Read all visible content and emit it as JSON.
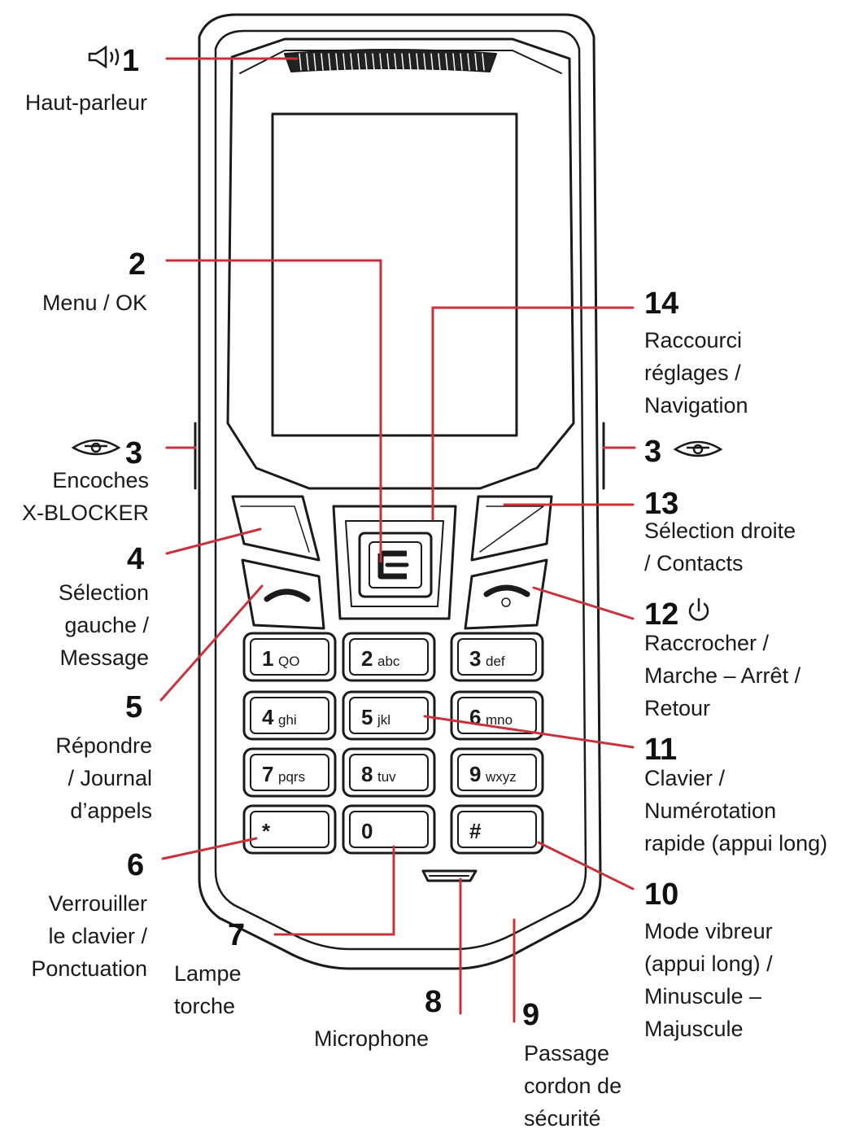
{
  "callouts": [
    {
      "id": "1",
      "number": "1",
      "label": "Haut-parleur"
    },
    {
      "id": "2",
      "number": "2",
      "label": "Menu / OK"
    },
    {
      "id": "3l",
      "number": "3",
      "label": "Encoches\nX-BLOCKER"
    },
    {
      "id": "3r",
      "number": "3",
      "label": ""
    },
    {
      "id": "4",
      "number": "4",
      "label": "Sélection\ngauche /\nMessage"
    },
    {
      "id": "5",
      "number": "5",
      "label": "Répondre\n/ Journal\nd’appels"
    },
    {
      "id": "6",
      "number": "6",
      "label": "Verrouiller\nle clavier /\nPonctuation"
    },
    {
      "id": "7",
      "number": "7",
      "label": "Lampe\ntorche"
    },
    {
      "id": "8",
      "number": "8",
      "label": "Microphone"
    },
    {
      "id": "9",
      "number": "9",
      "label": "Passage\ncordon de\nsécurité"
    },
    {
      "id": "10",
      "number": "10",
      "label": "Mode vibreur\n(appui long) /\nMinuscule –\nMajuscule"
    },
    {
      "id": "11",
      "number": "11",
      "label": "Clavier /\nNumérotation\nrapide (appui long)"
    },
    {
      "id": "12",
      "number": "12",
      "label": "Raccrocher /\nMarche – Arrêt /\nRetour"
    },
    {
      "id": "13",
      "number": "13",
      "label": "Sélection droite\n/ Contacts"
    },
    {
      "id": "14",
      "number": "14",
      "label": "Raccourci\nréglages /\nNavigation"
    }
  ],
  "keypad": [
    {
      "digit": "1",
      "letters": "QO",
      "name": "key-1"
    },
    {
      "digit": "2",
      "letters": "abc",
      "name": "key-2"
    },
    {
      "digit": "3",
      "letters": "def",
      "name": "key-3"
    },
    {
      "digit": "4",
      "letters": "ghi",
      "name": "key-4"
    },
    {
      "digit": "5",
      "letters": "jkl",
      "name": "key-5"
    },
    {
      "digit": "6",
      "letters": "mno",
      "name": "key-6"
    },
    {
      "digit": "7",
      "letters": "pqrs",
      "name": "key-7"
    },
    {
      "digit": "8",
      "letters": "tuv",
      "name": "key-8"
    },
    {
      "digit": "9",
      "letters": "wxyz",
      "name": "key-9"
    },
    {
      "digit": "*",
      "letters": "",
      "name": "key-star"
    },
    {
      "digit": "0",
      "letters": "",
      "name": "key-0"
    },
    {
      "digit": "#",
      "letters": "",
      "name": "key-hash"
    }
  ],
  "icons": {
    "speaker": "speaker-icon",
    "xblocker": "x-blocker-notch-icon",
    "power": "power-icon",
    "answer": "phone-answer-icon",
    "hangup": "phone-hangup-icon",
    "menu": "menu-ok-icon"
  },
  "colors": {
    "leader_line": "#c8323c",
    "outline": "#1a1a1a",
    "text": "#1a1a1a"
  }
}
